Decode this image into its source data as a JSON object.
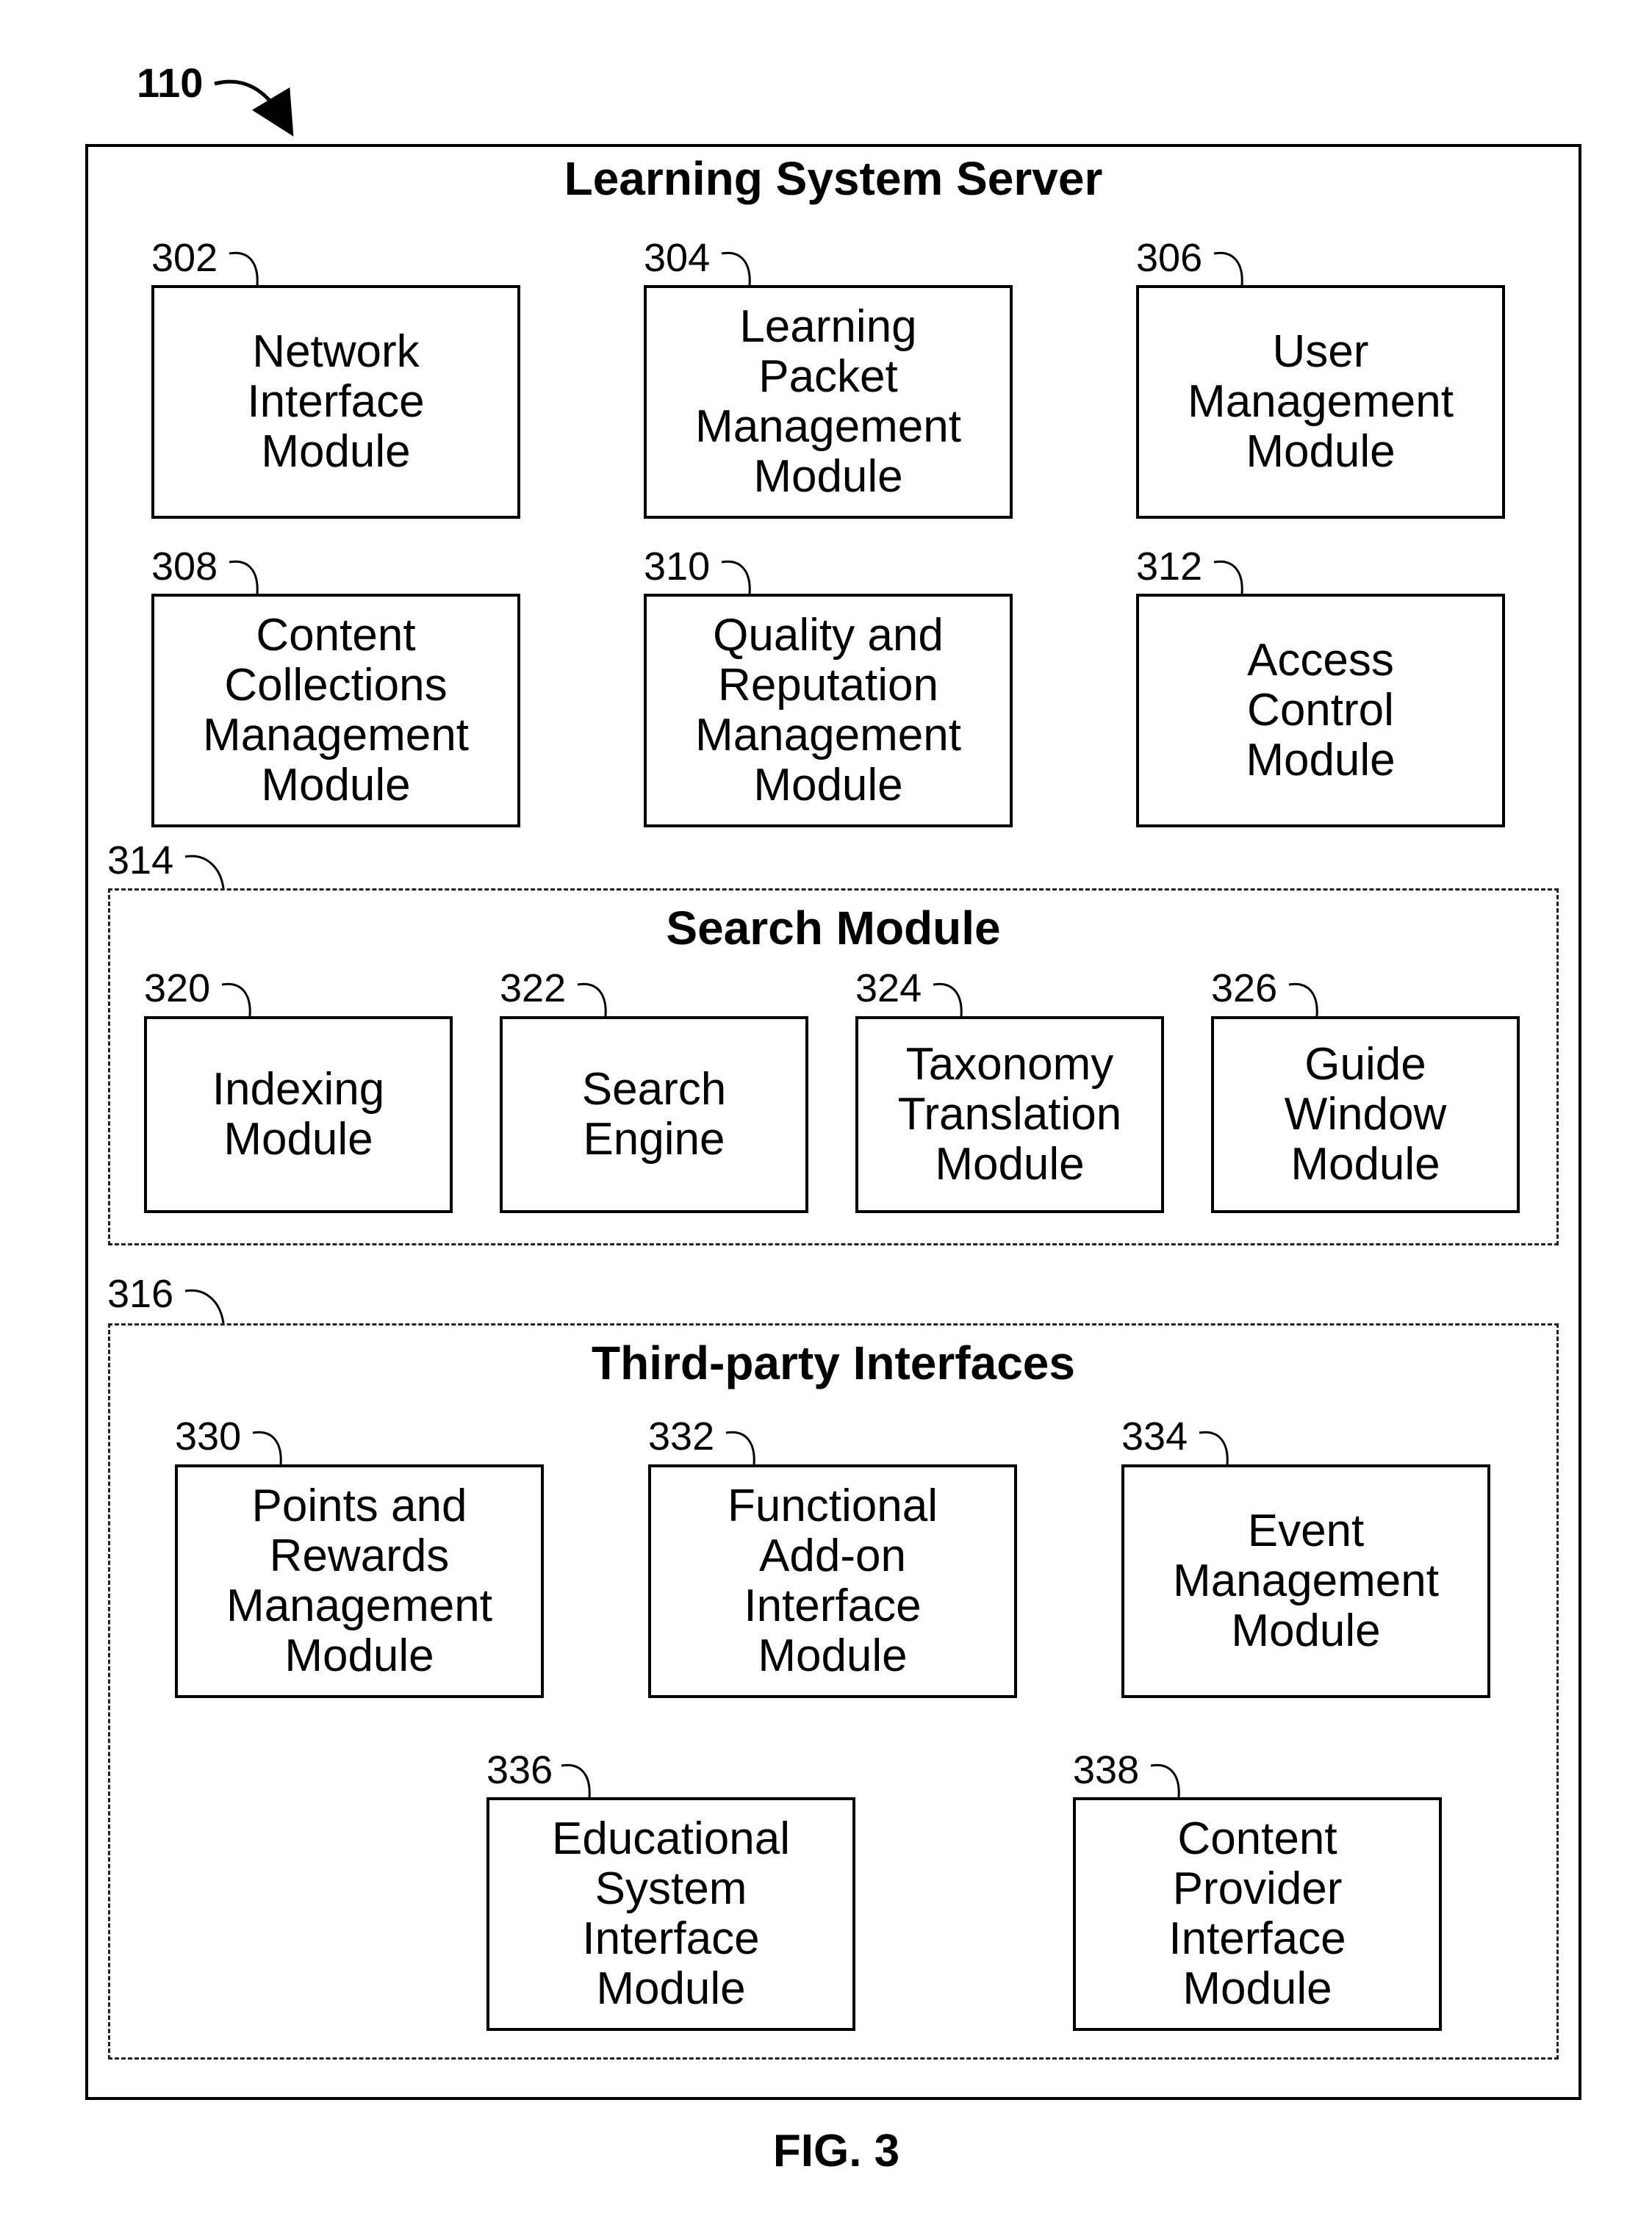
{
  "figure_ref": "110",
  "figure_caption": "FIG. 3",
  "server": {
    "title": "Learning System Server",
    "modules": [
      {
        "ref": "302",
        "label": "Network\nInterface\nModule"
      },
      {
        "ref": "304",
        "label": "Learning\nPacket\nManagement\nModule"
      },
      {
        "ref": "306",
        "label": "User\nManagement\nModule"
      },
      {
        "ref": "308",
        "label": "Content\nCollections\nManagement\nModule"
      },
      {
        "ref": "310",
        "label": "Quality and\nReputation\nManagement\nModule"
      },
      {
        "ref": "312",
        "label": "Access\nControl\nModule"
      }
    ]
  },
  "search_module": {
    "ref": "314",
    "title": "Search Module",
    "modules": [
      {
        "ref": "320",
        "label": "Indexing\nModule"
      },
      {
        "ref": "322",
        "label": "Search\nEngine"
      },
      {
        "ref": "324",
        "label": "Taxonomy\nTranslation\nModule"
      },
      {
        "ref": "326",
        "label": "Guide\nWindow\nModule"
      }
    ]
  },
  "third_party": {
    "ref": "316",
    "title": "Third-party Interfaces",
    "modules": [
      {
        "ref": "330",
        "label": "Points and\nRewards\nManagement\nModule"
      },
      {
        "ref": "332",
        "label": "Functional\nAdd-on\nInterface\nModule"
      },
      {
        "ref": "334",
        "label": "Event\nManagement\nModule"
      },
      {
        "ref": "336",
        "label": "Educational\nSystem\nInterface\nModule"
      },
      {
        "ref": "338",
        "label": "Content\nProvider\nInterface\nModule"
      }
    ]
  }
}
